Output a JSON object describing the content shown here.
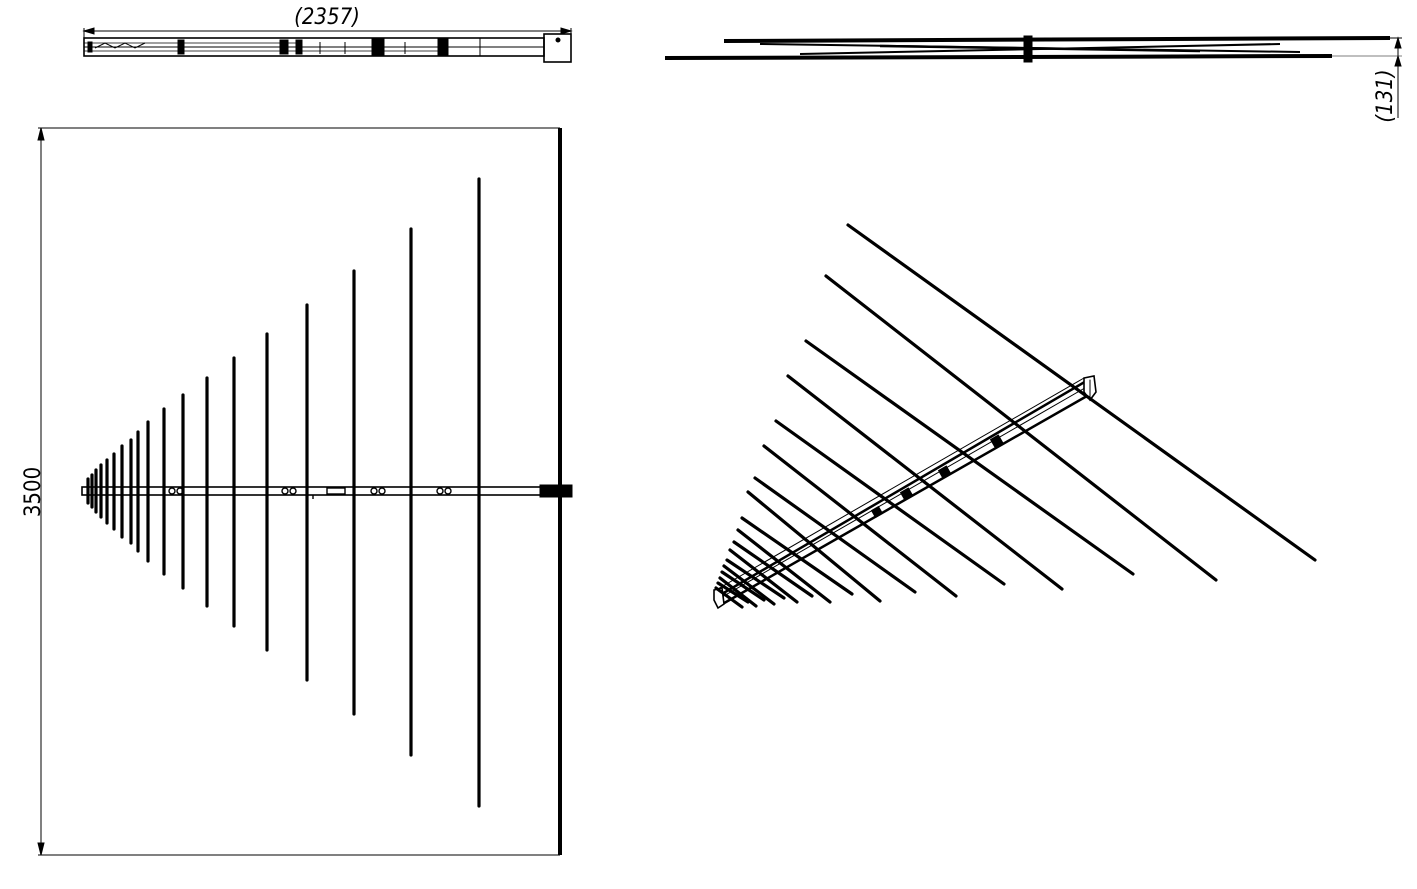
{
  "drawing": {
    "dimensions": {
      "top_view_length": "(2357)",
      "side_view_height": "(131)",
      "front_view_width": "3500"
    },
    "colors": {
      "line": "#000000",
      "background": "#ffffff"
    }
  }
}
